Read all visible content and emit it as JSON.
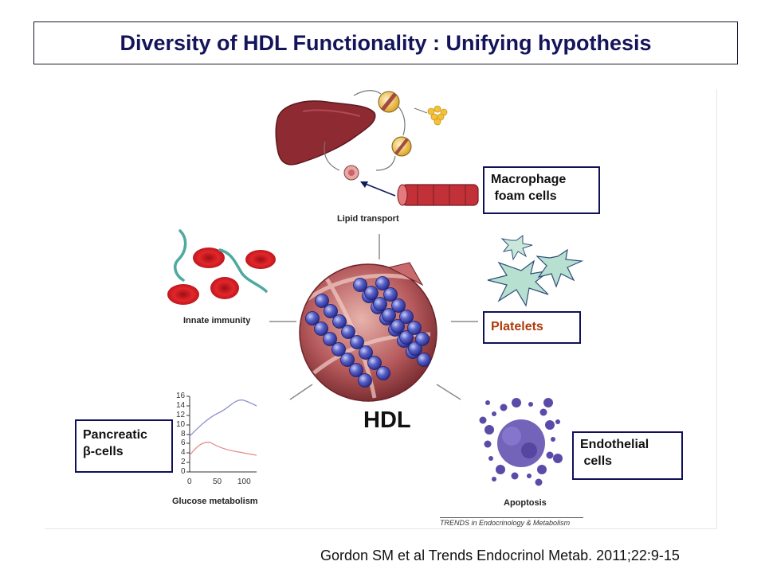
{
  "title": "Diversity of HDL Functionality : Unifying hypothesis",
  "labels": {
    "lipid_transport": "Lipid transport",
    "innate_immunity": "Innate immunity",
    "glucose_metabolism": "Glucose metabolism",
    "apoptosis": "Apoptosis",
    "hdl": "HDL",
    "trends": "TRENDS in Endocrinology & Metabolism"
  },
  "callouts": {
    "macrophage": "Macrophage\n foam cells",
    "platelets": "Platelets",
    "pancreatic": "Pancreatic\nβ-cells",
    "endothelial": "Endothelial\n cells"
  },
  "glucose_chart": {
    "y_ticks": [
      "16",
      "14",
      "12",
      "10",
      "8",
      "6",
      "4",
      "2",
      "0"
    ],
    "x_ticks": [
      "0",
      "50",
      "100"
    ]
  },
  "citation": "Gordon SM et al Trends Endocrinol Metab. 2011;22:9-15"
}
